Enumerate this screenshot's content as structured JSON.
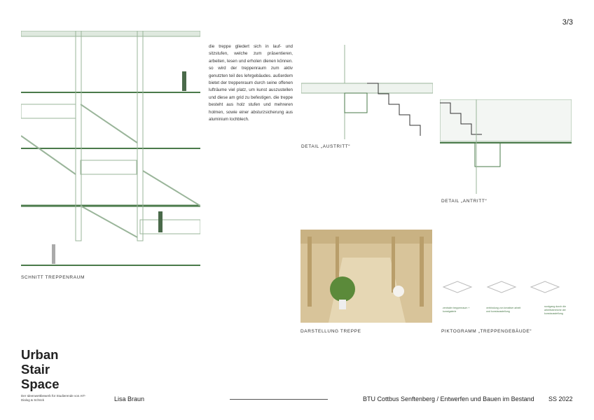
{
  "page": {
    "number": "3/3"
  },
  "text": {
    "description": "die treppe gliedert sich in lauf- und sitzstufen, welche zum präsentieren, arbeiten, lesen und erholen dienen können. so wird der treppenraum zum aktiv genutzten teil des lehrgebäudes. außerdem bietet der treppenraum durch seine offenen lufträume viel platz, um kunst auszustellen und diese am grid zu befestigen. die treppe besteht aus holz stufen und mehreren holmen, sowie einer absturzsicherung aus aluminium lochblech."
  },
  "captions": {
    "section": "SCHNITT TREPPENRAUM",
    "detail_exit": "DETAIL „AUSTRITT“",
    "detail_entry": "DETAIL „ANTRITT“",
    "render": "DARSTELLUNG TREPPE",
    "pictogram": "PIKTOGRAMM „TREPPENGEBÄUDE“"
  },
  "pictograms": [
    "zentraler treppenraum + kunstgalerie",
    "verbindung von kreativer arbeit und kunstausstellung",
    "rundgang durch die arbeitsbereiche der kunstausstellung"
  ],
  "project": {
    "title_lines": [
      "Urban",
      "Stair",
      "Space"
    ],
    "subtitle": "Der Ideenwettbewerb für Studierende von AIT-Dialog & Schöck"
  },
  "footer": {
    "author": "Lisa Braun",
    "institution": "BTU Cottbus Senftenberg / Entwerfen und Bauen im Bestand",
    "semester": "SS 2022"
  },
  "colors": {
    "accent": "#4a7a4a",
    "wood": "#d8c49a"
  }
}
